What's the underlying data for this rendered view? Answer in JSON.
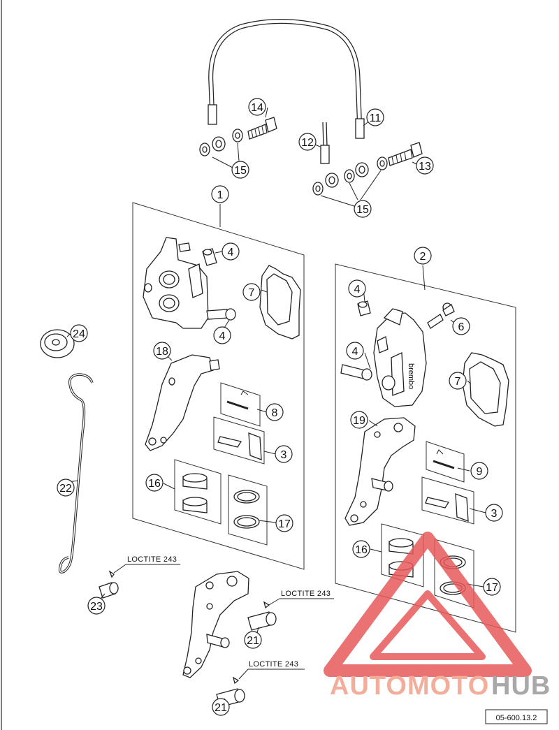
{
  "callouts": [
    {
      "id": "c1",
      "label": "1"
    },
    {
      "id": "c2",
      "label": "2"
    },
    {
      "id": "c3a",
      "label": "3"
    },
    {
      "id": "c3b",
      "label": "3"
    },
    {
      "id": "c4a",
      "label": "4"
    },
    {
      "id": "c4b",
      "label": "4"
    },
    {
      "id": "c4c",
      "label": "4"
    },
    {
      "id": "c4d",
      "label": "4"
    },
    {
      "id": "c6",
      "label": "6"
    },
    {
      "id": "c7a",
      "label": "7"
    },
    {
      "id": "c7b",
      "label": "7"
    },
    {
      "id": "c8",
      "label": "8"
    },
    {
      "id": "c9",
      "label": "9"
    },
    {
      "id": "c11",
      "label": "11"
    },
    {
      "id": "c12",
      "label": "12"
    },
    {
      "id": "c13",
      "label": "13"
    },
    {
      "id": "c14",
      "label": "14"
    },
    {
      "id": "c15a",
      "label": "15"
    },
    {
      "id": "c15b",
      "label": "15"
    },
    {
      "id": "c16a",
      "label": "16"
    },
    {
      "id": "c16b",
      "label": "16"
    },
    {
      "id": "c17a",
      "label": "17"
    },
    {
      "id": "c17b",
      "label": "17"
    },
    {
      "id": "c18",
      "label": "18"
    },
    {
      "id": "c19",
      "label": "19"
    },
    {
      "id": "c21a",
      "label": "21"
    },
    {
      "id": "c21b",
      "label": "21"
    },
    {
      "id": "c22",
      "label": "22"
    },
    {
      "id": "c23",
      "label": "23"
    },
    {
      "id": "c24",
      "label": "24"
    }
  ],
  "notes": {
    "loctite_1": "LOCTITE 243",
    "loctite_2": "LOCTITE 243",
    "loctite_3": "LOCTITE 243"
  },
  "caliper_brand": "brembo",
  "watermark": {
    "part1": "AUTOMOTO",
    "part2": "HUB",
    "color1": "#f2a08a",
    "color2": "#9a9a9a",
    "triangle_color": "#e85a5a"
  },
  "drawing_ref": "05-600.13.2"
}
